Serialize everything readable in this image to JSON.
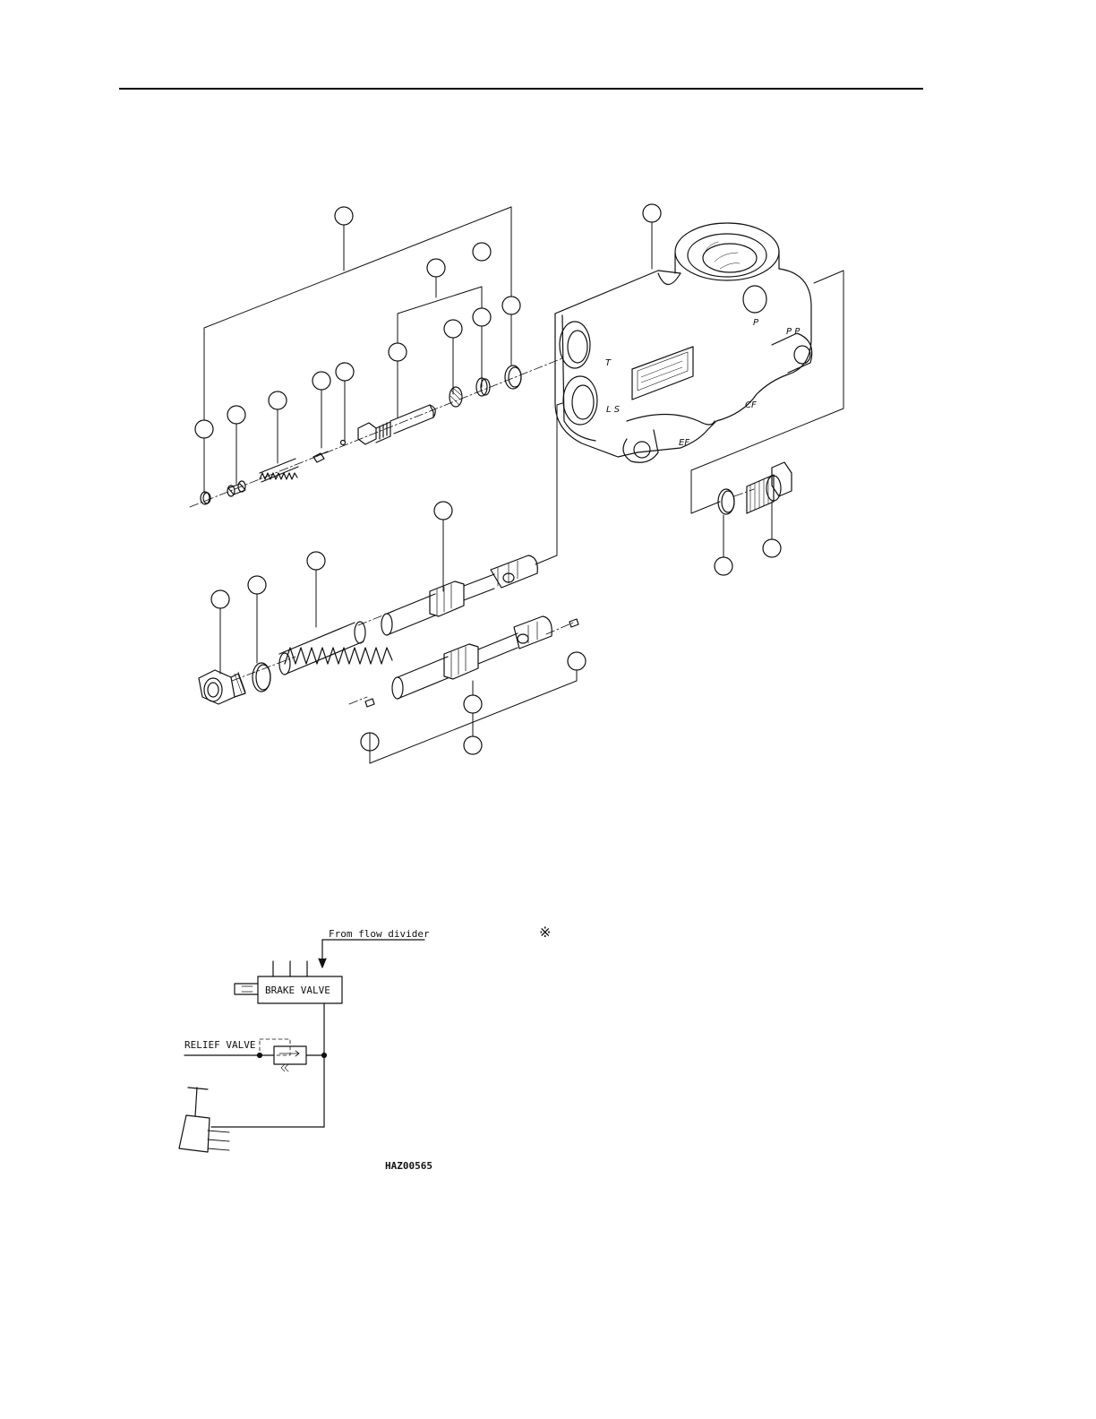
{
  "colors": {
    "line": "#111111",
    "background": "#ffffff"
  },
  "exploded_view": {
    "ports": {
      "t": "T",
      "ls": "L S",
      "p": "P",
      "pp": "P P",
      "ef": "EF",
      "cf": "CF"
    },
    "callouts": []
  },
  "schematic": {
    "from_label": "From flow divider",
    "brake_valve_label": "BRAKE VALVE",
    "relief_valve_label": "RELIEF VALVE",
    "drawing_code": "HAZ00565",
    "reference_mark": "※"
  }
}
